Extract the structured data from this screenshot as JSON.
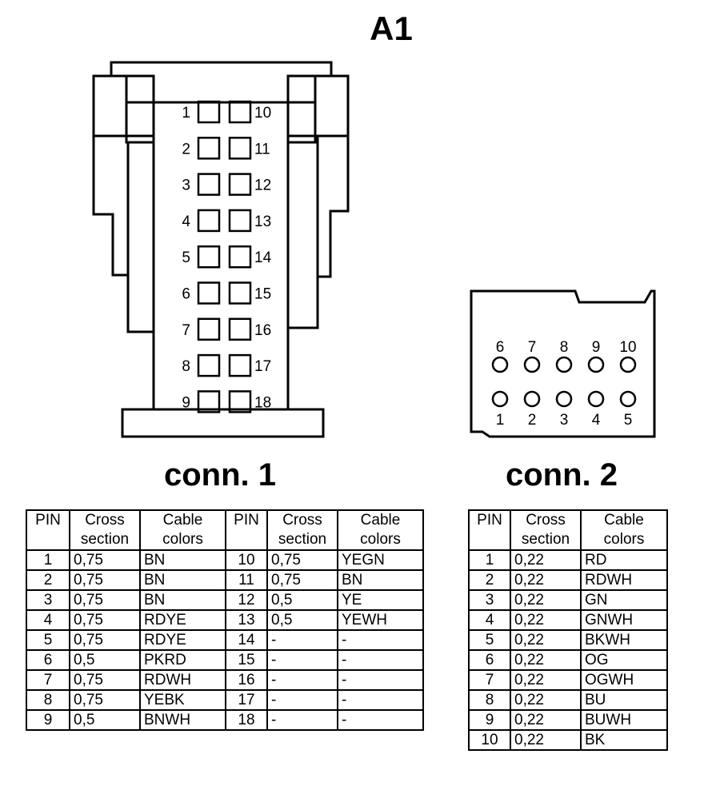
{
  "title": "A1",
  "conn1": {
    "label": "conn. 1",
    "left_pins": [
      "1",
      "2",
      "3",
      "4",
      "5",
      "6",
      "7",
      "8",
      "9"
    ],
    "right_pins": [
      "10",
      "11",
      "12",
      "13",
      "14",
      "15",
      "16",
      "17",
      "18"
    ],
    "table": {
      "headers": [
        "PIN",
        "Cross\nsection",
        "Cable\ncolors",
        "PIN",
        "Cross\nsection",
        "Cable\ncolors"
      ],
      "rows": [
        [
          "1",
          "0,75",
          "BN",
          "10",
          "0,75",
          "YEGN"
        ],
        [
          "2",
          "0,75",
          "BN",
          "11",
          "0,75",
          "BN"
        ],
        [
          "3",
          "0,75",
          "BN",
          "12",
          "0,5",
          "YE"
        ],
        [
          "4",
          "0,75",
          "RDYE",
          "13",
          "0,5",
          "YEWH"
        ],
        [
          "5",
          "0,75",
          "RDYE",
          "14",
          "-",
          "-"
        ],
        [
          "6",
          "0,5",
          "PKRD",
          "15",
          "-",
          "-"
        ],
        [
          "7",
          "0,75",
          "RDWH",
          "16",
          "-",
          "-"
        ],
        [
          "8",
          "0,75",
          "YEBK",
          "17",
          "-",
          "-"
        ],
        [
          "9",
          "0,5",
          "BNWH",
          "18",
          "-",
          "-"
        ]
      ]
    }
  },
  "conn2": {
    "label": "conn. 2",
    "top_pins": [
      "6",
      "7",
      "8",
      "9",
      "10"
    ],
    "bottom_pins": [
      "1",
      "2",
      "3",
      "4",
      "5"
    ],
    "table": {
      "headers": [
        "PIN",
        "Cross\nsection",
        "Cable\ncolors"
      ],
      "rows": [
        [
          "1",
          "0,22",
          "RD"
        ],
        [
          "2",
          "0,22",
          "RDWH"
        ],
        [
          "3",
          "0,22",
          "GN"
        ],
        [
          "4",
          "0,22",
          "GNWH"
        ],
        [
          "5",
          "0,22",
          "BKWH"
        ],
        [
          "6",
          "0,22",
          "OG"
        ],
        [
          "7",
          "0,22",
          "OGWH"
        ],
        [
          "8",
          "0,22",
          "BU"
        ],
        [
          "9",
          "0,22",
          "BUWH"
        ],
        [
          "10",
          "0,22",
          "BK"
        ]
      ]
    }
  }
}
